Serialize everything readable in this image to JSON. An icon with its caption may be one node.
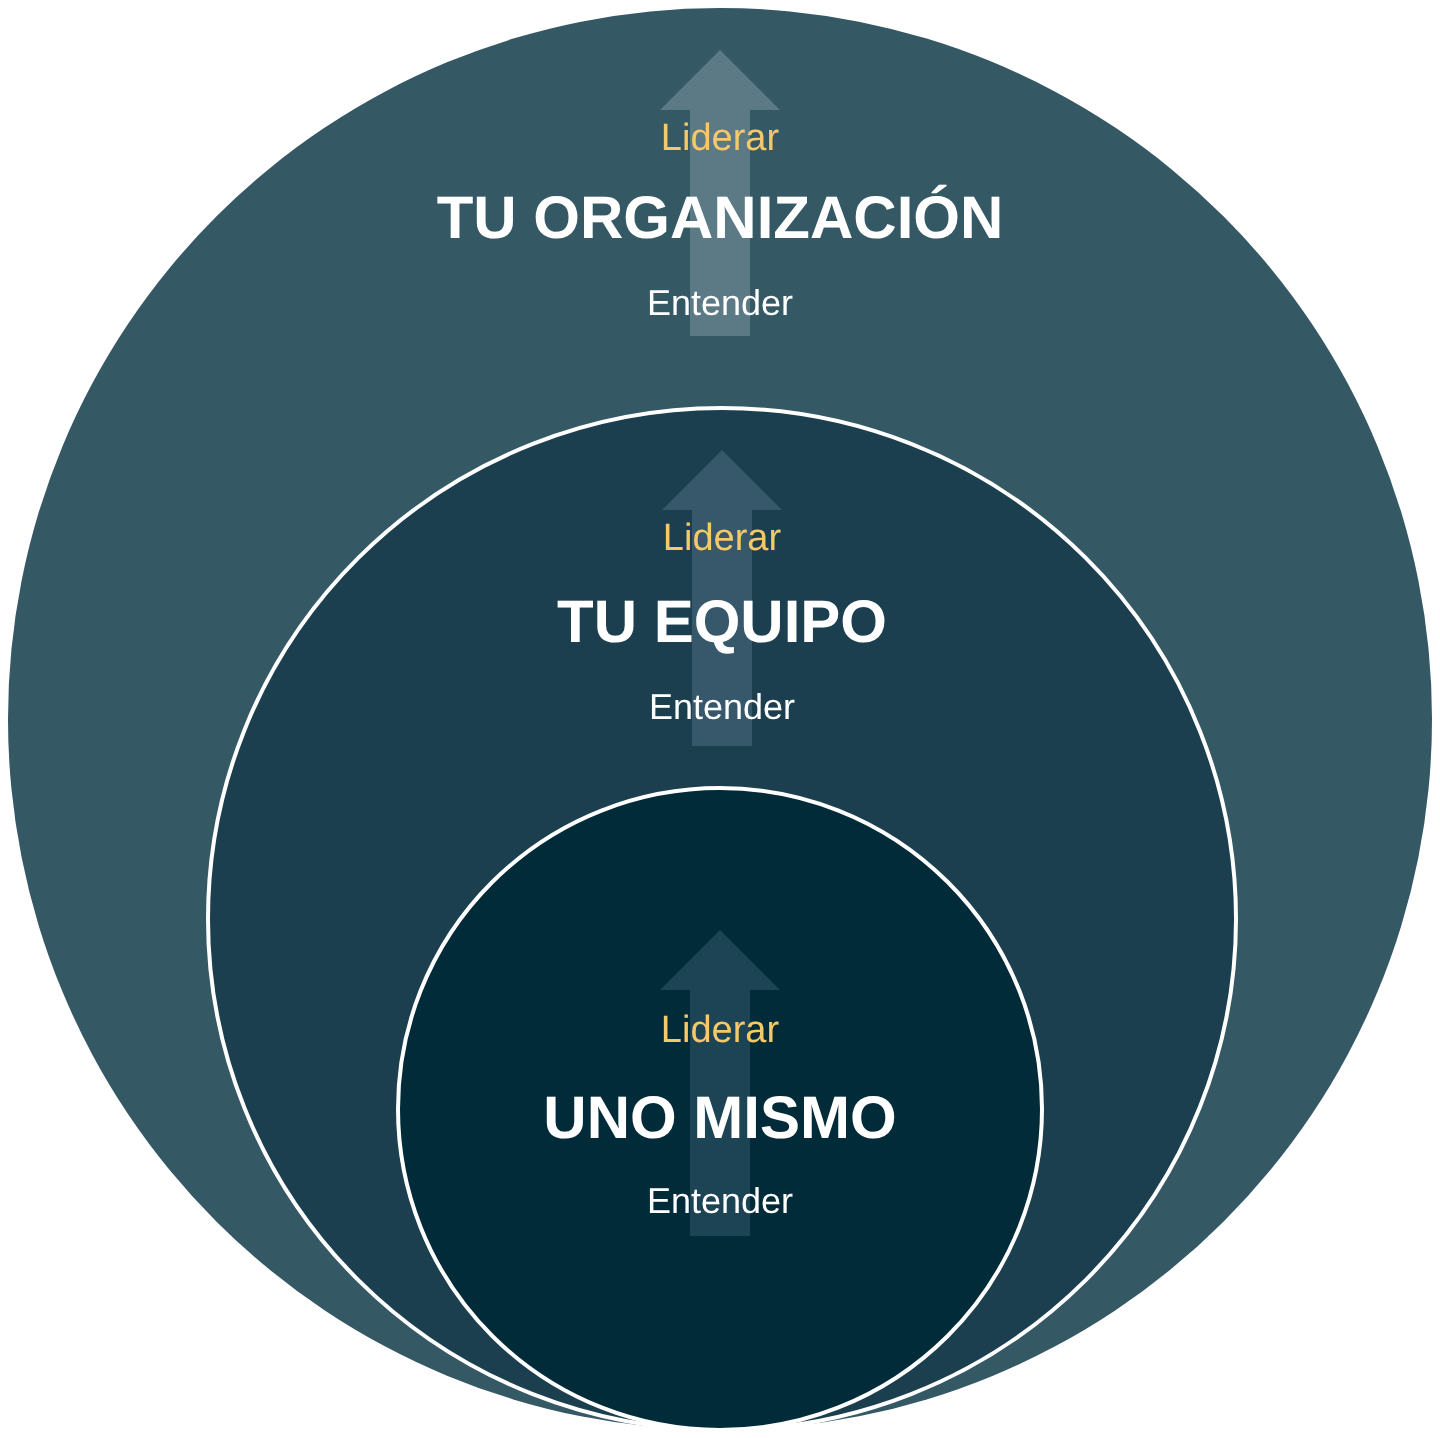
{
  "diagram": {
    "nodes": [
      {
        "text": [
          "Liderar",
          "TU ORGANIZACIÓN",
          "Entender"
        ]
      },
      {
        "text": [
          "Liderar",
          "TU EQUIPO",
          "Entender"
        ],
        "in": 0
      },
      {
        "text": [
          "Liderar",
          "UNO MISMO",
          "Entender"
        ],
        "in": 1
      }
    ]
  }
}
